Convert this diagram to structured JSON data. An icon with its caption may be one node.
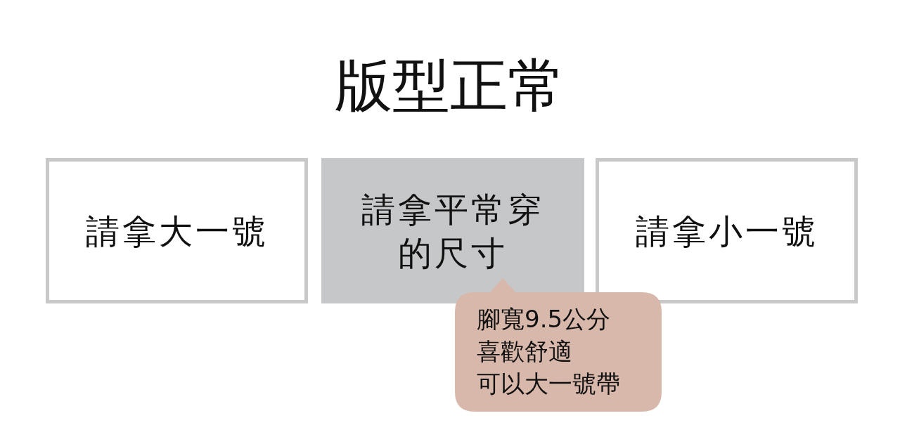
{
  "diagram": {
    "title": "版型正常",
    "nodes": [
      {
        "text": [
          "請拿大一號"
        ]
      },
      {
        "text": [
          "請拿平常穿的尺寸"
        ]
      },
      {
        "text": [
          "請拿小一號"
        ]
      },
      {
        "text": [
          "腳寬9.5公分",
          "喜歡舒適",
          "可以大一號帶"
        ]
      }
    ]
  }
}
